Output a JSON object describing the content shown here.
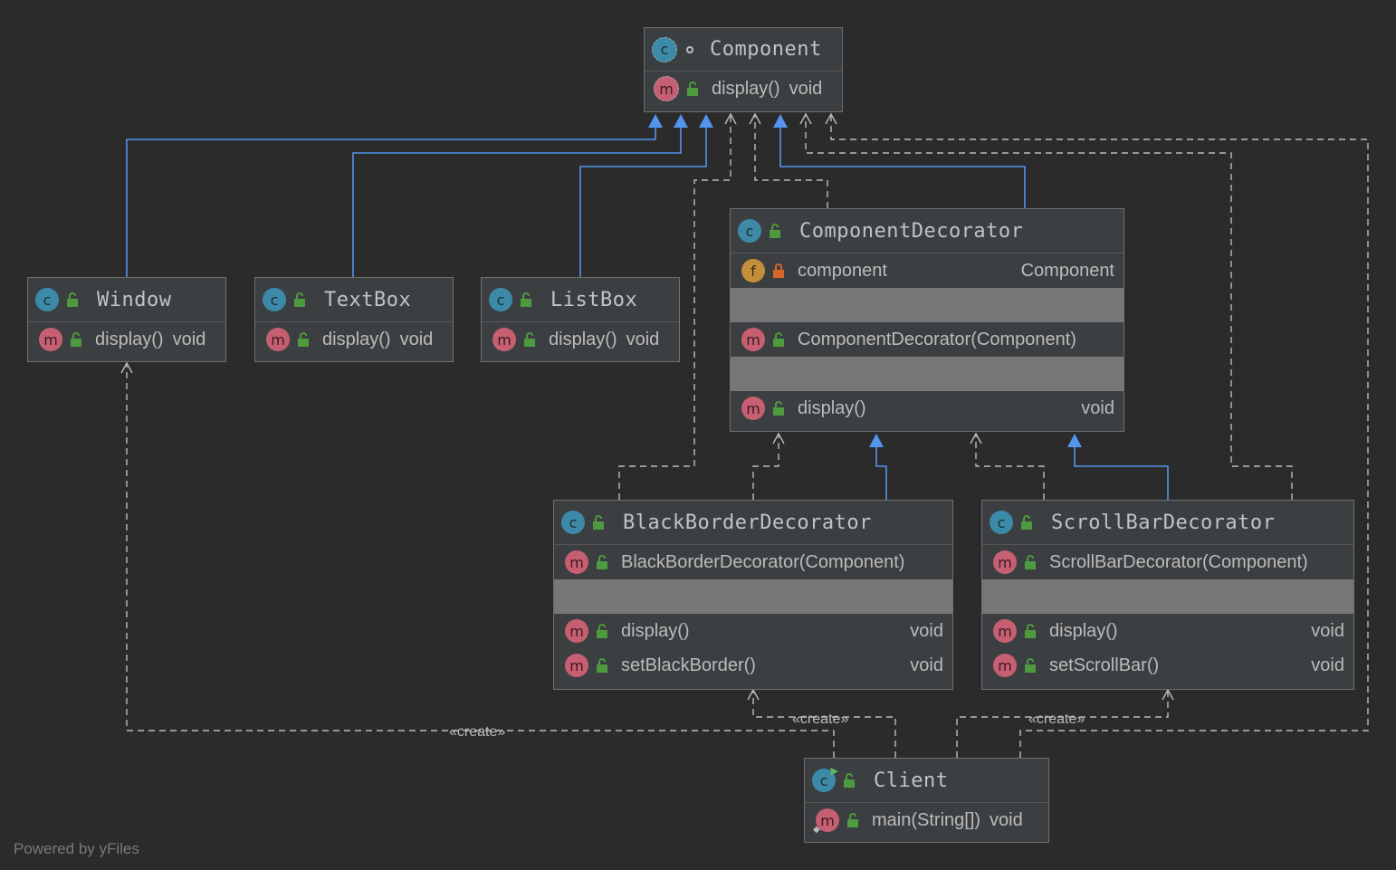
{
  "nodes": {
    "component": {
      "title": "Component",
      "methods": [
        {
          "name": "display()",
          "type": "void"
        }
      ]
    },
    "window": {
      "title": "Window",
      "methods": [
        {
          "name": "display()",
          "type": "void"
        }
      ]
    },
    "textbox": {
      "title": "TextBox",
      "methods": [
        {
          "name": "display()",
          "type": "void"
        }
      ]
    },
    "listbox": {
      "title": "ListBox",
      "methods": [
        {
          "name": "display()",
          "type": "void"
        }
      ]
    },
    "componentDecorator": {
      "title": "ComponentDecorator",
      "fields": [
        {
          "name": "component",
          "type": "Component"
        }
      ],
      "constructors": [
        {
          "name": "ComponentDecorator(Component)"
        }
      ],
      "methods": [
        {
          "name": "display()",
          "type": "void"
        }
      ]
    },
    "blackBorderDecorator": {
      "title": "BlackBorderDecorator",
      "constructors": [
        {
          "name": "BlackBorderDecorator(Component)"
        }
      ],
      "methods": [
        {
          "name": "display()",
          "type": "void"
        },
        {
          "name": "setBlackBorder()",
          "type": "void"
        }
      ]
    },
    "scrollBarDecorator": {
      "title": "ScrollBarDecorator",
      "constructors": [
        {
          "name": "ScrollBarDecorator(Component)"
        }
      ],
      "methods": [
        {
          "name": "display()",
          "type": "void"
        },
        {
          "name": "setScrollBar()",
          "type": "void"
        }
      ]
    },
    "client": {
      "title": "Client",
      "methods": [
        {
          "name": "main(String[])",
          "type": "void"
        }
      ]
    }
  },
  "labels": {
    "create": "«create»"
  },
  "footer": "Powered by yFiles",
  "icons": {
    "class": "class-icon",
    "method": "method-icon",
    "field": "field-icon",
    "public": "unlock-icon",
    "private": "lock-icon"
  },
  "colors": {
    "background": "#2b2b2b",
    "node": "#3c3f41",
    "inheritance": "#5394ec",
    "dependency": "#bbbbbb"
  }
}
